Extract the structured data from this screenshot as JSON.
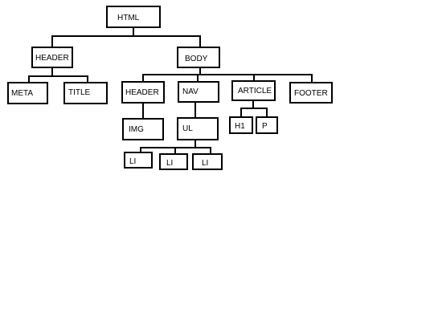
{
  "diagram": {
    "nodes": {
      "html": "HTML",
      "head": "HEADER",
      "body": "BODY",
      "meta": "META",
      "title": "TITLE",
      "body_header": "HEADER",
      "nav": "NAV",
      "article": "ARTICLE",
      "footer": "FOOTER",
      "img": "IMG",
      "ul": "UL",
      "h1": "H1",
      "p": "P",
      "li_1": "LI",
      "li_2": "LI",
      "li_3": "LI"
    }
  }
}
